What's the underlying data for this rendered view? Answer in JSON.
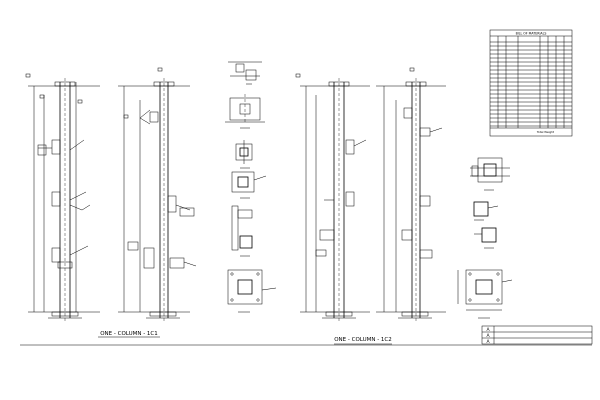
{
  "drawing": {
    "column_1_title": "ONE - COLUMN - 1C1",
    "column_2_title": "ONE - COLUMN - 1C2"
  },
  "bom": {
    "title": "BILL OF MATERIALS",
    "total_label": "Total Weight"
  },
  "title_block": {
    "rev_labels": [
      "A",
      "A",
      "A"
    ]
  }
}
